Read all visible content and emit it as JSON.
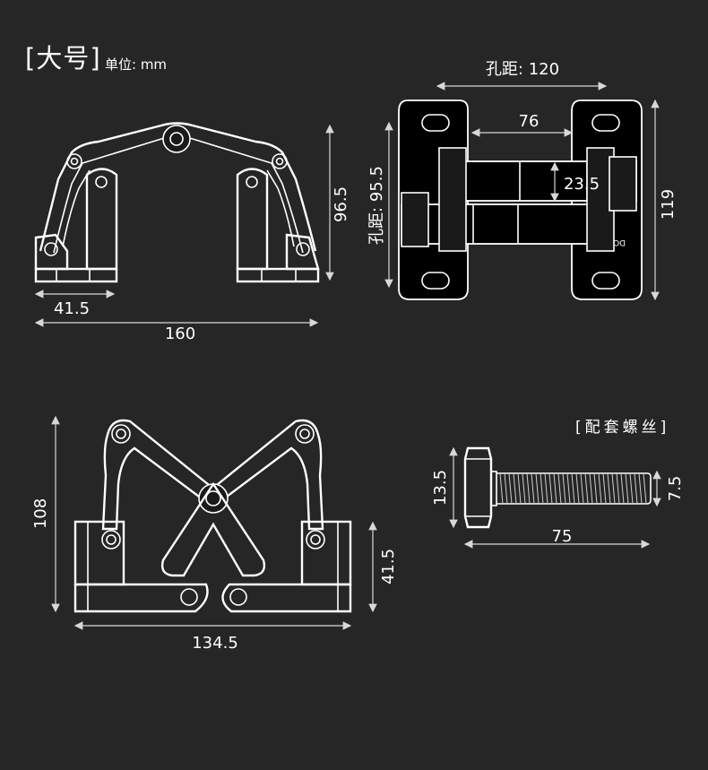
{
  "header": {
    "title": "[大号]",
    "unit": "单位: mm"
  },
  "screw_label": "[配套螺丝]",
  "side_view": {
    "height": "96.5",
    "half_width": "41.5",
    "width": "160"
  },
  "plate_view": {
    "hole_spacing": "孔距: 120",
    "inner": "76",
    "hole_spacing_vertical": "孔距: 95.5",
    "link_width": "23.5",
    "height": "119",
    "door_text": "DOOR"
  },
  "open_view": {
    "height": "108",
    "base_height": "41.5",
    "width": "134.5"
  },
  "screw": {
    "head": "13.5",
    "diameter": "7.5",
    "length": "75"
  },
  "colors": {
    "background": "#262626",
    "lines": "#ffffff"
  }
}
